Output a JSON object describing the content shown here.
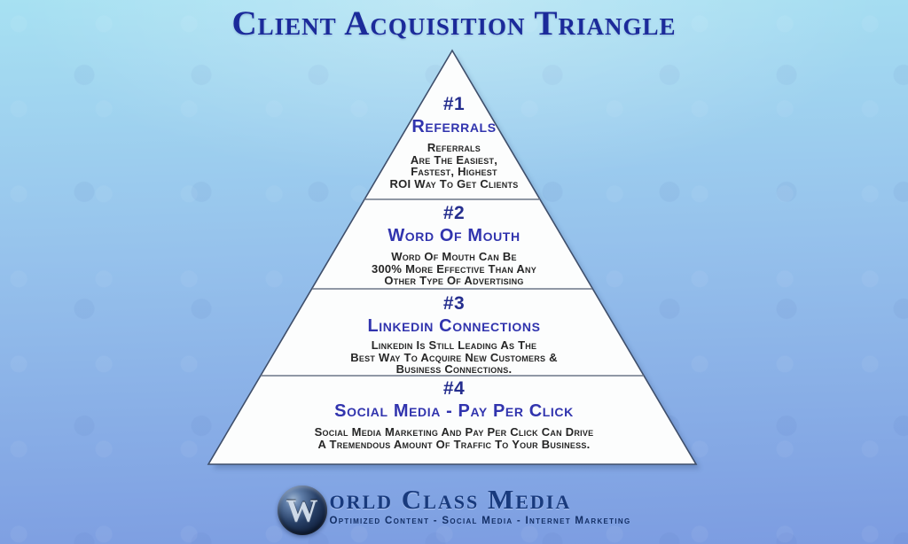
{
  "header": {
    "title": "Client Acquisition Triangle"
  },
  "pyramid": {
    "sections": [
      {
        "number": "#1",
        "heading": "Referrals",
        "body_lines": [
          "Referrals",
          "Are The Easiest,",
          "Fastest, Highest",
          "ROI Way To Get Clients"
        ]
      },
      {
        "number": "#2",
        "heading": "Word Of Mouth",
        "body_lines": [
          "Word Of Mouth Can Be",
          "300% More Effective Than Any",
          "Other Type Of Advertising"
        ]
      },
      {
        "number": "#3",
        "heading": "Linkedin Connections",
        "body_lines": [
          "Linkedin Is Still Leading As The",
          "Best Way To Acquire New Customers &",
          "Business Connections."
        ]
      },
      {
        "number": "#4",
        "heading": "Social Media - Pay Per Click",
        "body_lines": [
          "Social Media Marketing And Pay Per Click Can Drive",
          "A Tremendous Amount Of Traffic To Your Business."
        ]
      }
    ]
  },
  "footer": {
    "logo_letter": "W",
    "brand_text": "orld Class Media",
    "tagline": "Optimized Content  - Social Media - Internet Marketing"
  },
  "colors": {
    "title-color": "#1b2a9a",
    "number-color": "#252e8e",
    "heading-color": "#3134ae",
    "body-color": "#262626",
    "brand-color": "#183a7d",
    "tagline-color": "#132f66",
    "triangle-fill": "#fcfdfd",
    "triangle-border": "#3f4f6b",
    "divider-color": "#6d7688",
    "bg-top": "#a7e1f2",
    "bg-mid": "#96c2ec",
    "bg-bottom": "#7c9ce1"
  }
}
